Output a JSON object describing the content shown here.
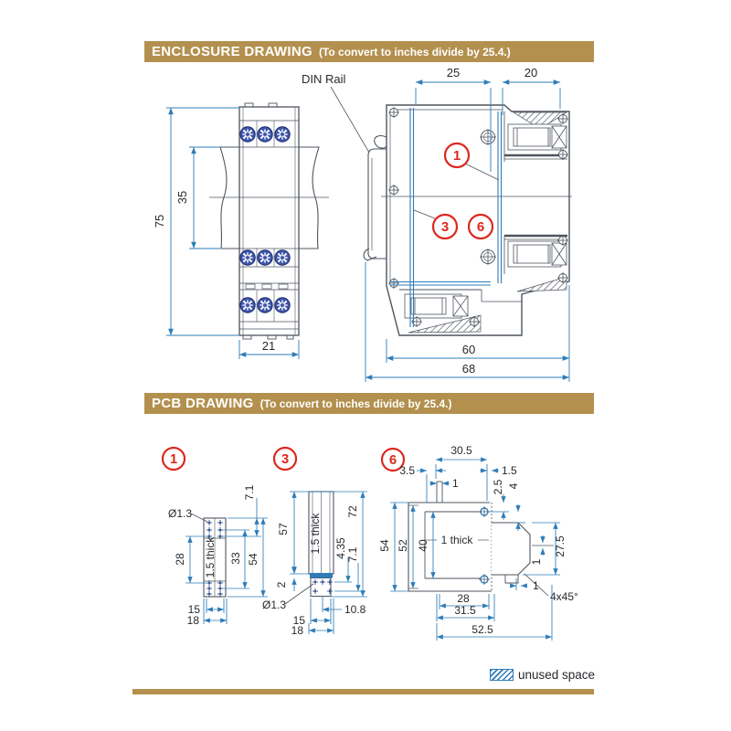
{
  "colors": {
    "gold": "#b3904e",
    "dim_blue": "#2e7cb8",
    "line_ink": "#4e555f",
    "callout_red": "#dc281e"
  },
  "banners": {
    "note": "(To convert to inches divide by 25.4.)"
  },
  "enclosure": {
    "title": "ENCLOSURE DRAWING",
    "din_rail": "DIN Rail",
    "front": {
      "height": "75",
      "rail_section": "35",
      "width": "21"
    },
    "side": {
      "pcb_gap_left": "25",
      "pcb_gap_right": "20",
      "depth": "60",
      "total_depth": "68"
    },
    "callouts": {
      "one": "1",
      "three": "3",
      "six": "6"
    }
  },
  "pcb": {
    "title": "PCB DRAWING",
    "board1": {
      "callout": "1",
      "hole_dia": "Ø1.3",
      "d71": "7.1",
      "d28": "28",
      "thick": "1.5 thick",
      "d33": "33",
      "d54": "54",
      "d15": "15",
      "d18": "18"
    },
    "board3": {
      "callout": "3",
      "d57": "57",
      "d72": "72",
      "thick": "1.5 thick",
      "d2": "2",
      "d435": "4.35",
      "d71": "7.1",
      "hole_dia": "Ø1.3",
      "d108": "10.8",
      "d15": "15",
      "d18": "18"
    },
    "board6": {
      "callout": "6",
      "d305": "30.5",
      "d35": "3.5",
      "d1a": "1",
      "d15": "1.5",
      "d25": "2.5",
      "d4": "4",
      "d54": "54",
      "d52": "52",
      "d40": "40",
      "thick": "1 thick",
      "d275": "27.5",
      "d1b": "1",
      "d1c": "1",
      "chamfer": "4x45°",
      "d28": "28",
      "d315": "31.5",
      "d525": "52.5"
    }
  },
  "legend": {
    "unused": "unused space"
  }
}
